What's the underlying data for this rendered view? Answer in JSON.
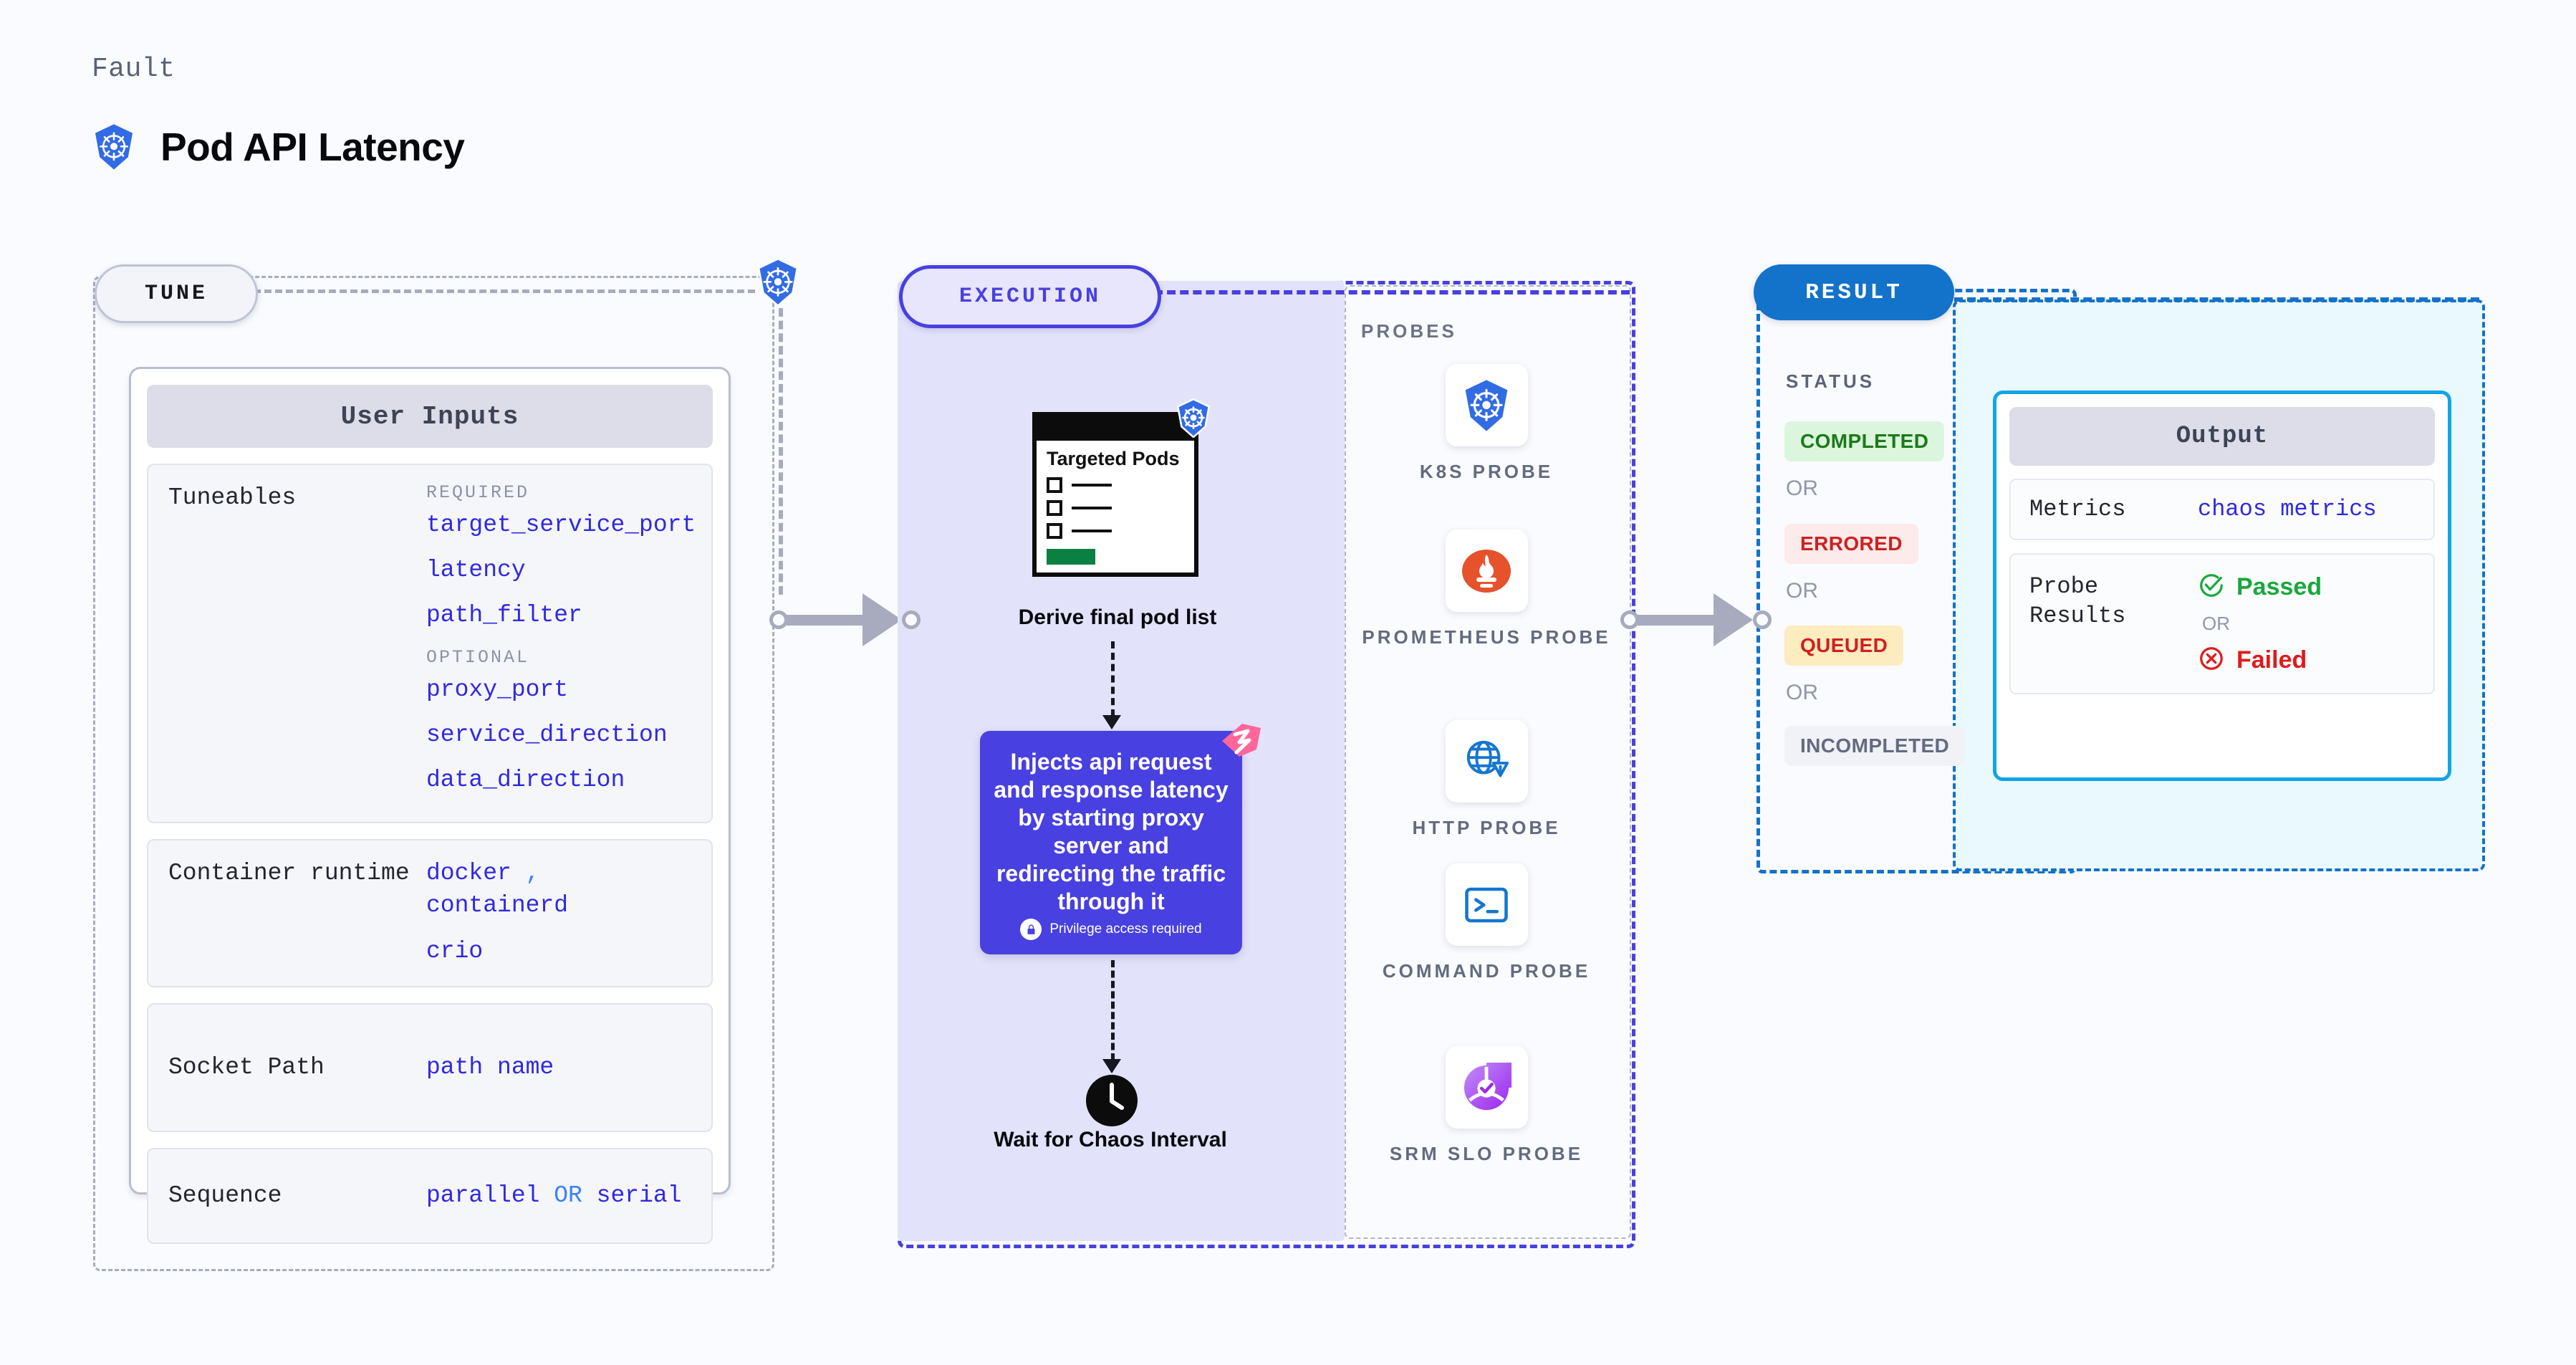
{
  "header": {
    "eyebrow": "Fault",
    "title": "Pod API Latency",
    "icon": "kubernetes-icon"
  },
  "colors": {
    "page_bg": "#fafbfe",
    "tune_accent": "#bfc4d4",
    "execution_accent": "#4840e0",
    "result_accent": "#1372c9",
    "output_accent": "#12a5e5",
    "code_text": "#3029e0",
    "passed": "#19a83d",
    "failed": "#e01b1b"
  },
  "tune": {
    "pill_label": "TUNE",
    "card_title": "User Inputs",
    "rows": [
      {
        "key": "Tuneables",
        "groups": [
          {
            "label": "REQUIRED",
            "items": [
              "target_service_port",
              "latency",
              "path_filter"
            ]
          },
          {
            "label": "OPTIONAL",
            "items": [
              "proxy_port",
              "service_direction",
              "data_direction"
            ]
          }
        ]
      },
      {
        "key": "Container runtime",
        "values": [
          "docker",
          ",",
          "containerd",
          "crio"
        ]
      },
      {
        "key": "Socket Path",
        "values": [
          "path name"
        ]
      },
      {
        "key": "Sequence",
        "values": [
          "parallel",
          "OR",
          "serial"
        ]
      }
    ]
  },
  "execution": {
    "pill_label": "EXECUTION",
    "pods_card": {
      "title": "Targeted Pods",
      "icon": "kubernetes-icon",
      "rows": 3
    },
    "derive_label": "Derive final pod list",
    "inject_card": {
      "text": "Injects api request and response latency by starting proxy server and redirecting the traffic through it",
      "privilege_note": "Privilege access required",
      "privilege_icon": "lock-icon",
      "corner_icon": "litmus-logo-icon"
    },
    "wait": {
      "icon": "clock-icon",
      "label": "Wait for Chaos Interval"
    }
  },
  "probes": {
    "title": "PROBES",
    "items": [
      {
        "label": "K8S PROBE",
        "icon": "kubernetes-icon"
      },
      {
        "label": "PROMETHEUS PROBE",
        "icon": "prometheus-icon"
      },
      {
        "label": "HTTP PROBE",
        "icon": "globe-warning-icon"
      },
      {
        "label": "COMMAND PROBE",
        "icon": "terminal-icon"
      },
      {
        "label": "SRM SLO PROBE",
        "icon": "srm-slo-icon"
      }
    ]
  },
  "result": {
    "pill_label": "RESULT",
    "status_title": "STATUS",
    "or_label": "OR",
    "statuses": [
      {
        "label": "COMPLETED",
        "bg": "#dcf6dd",
        "fg": "#1b7a1b"
      },
      {
        "label": "ERRORED",
        "bg": "#fdeaea",
        "fg": "#cf2020"
      },
      {
        "label": "QUEUED",
        "bg": "#fcecc0",
        "fg": "#cf2020"
      },
      {
        "label": "INCOMPLETED",
        "bg": "#f1f2f7",
        "fg": "#646b80"
      }
    ]
  },
  "output": {
    "card_title": "Output",
    "metrics": {
      "key": "Metrics",
      "value": "chaos metrics"
    },
    "probe_results": {
      "key": "Probe Results",
      "passed": "Passed",
      "or_label": "OR",
      "failed": "Failed",
      "passed_icon": "check-circle-icon",
      "failed_icon": "x-circle-icon"
    }
  }
}
